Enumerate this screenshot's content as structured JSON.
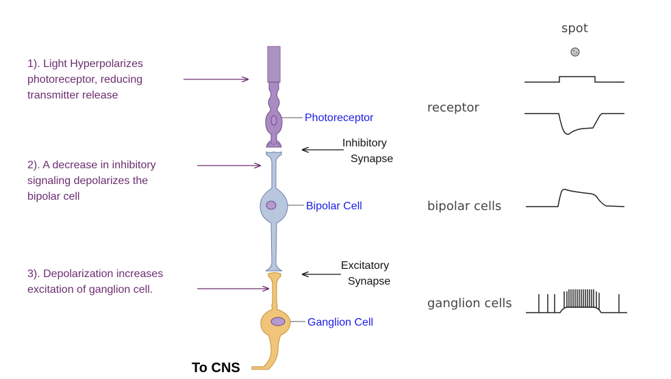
{
  "notes": [
    {
      "lines": [
        "1).  Light Hyperpolarizes",
        "photoreceptor, reducing",
        "transmitter release"
      ]
    },
    {
      "lines": [
        "2).  A decrease in inhibitory",
        "signaling depolarizes the",
        "bipolar cell"
      ]
    },
    {
      "lines": [
        "3).  Depolarization increases",
        "excitation of ganglion cell."
      ]
    }
  ],
  "cells": {
    "photoreceptor": "Photoreceptor",
    "bipolar": "Bipolar Cell",
    "ganglion": "Ganglion Cell"
  },
  "synapses": {
    "inhibitory": [
      "Inhibitory",
      "Synapse"
    ],
    "excitatory": [
      "Excitatory",
      "Synapse"
    ]
  },
  "output_label": "To CNS",
  "traces": {
    "stimulus": "spot",
    "receptor": "receptor",
    "bipolar": "bipolar cells",
    "ganglion": "ganglion cells"
  },
  "colors": {
    "note_text": "#6b2d6f",
    "cell_label": "#1a1ae6",
    "photoreceptor": "#a98bc2",
    "bipolar": "#b9c7de",
    "ganglion": "#f0c57a"
  }
}
